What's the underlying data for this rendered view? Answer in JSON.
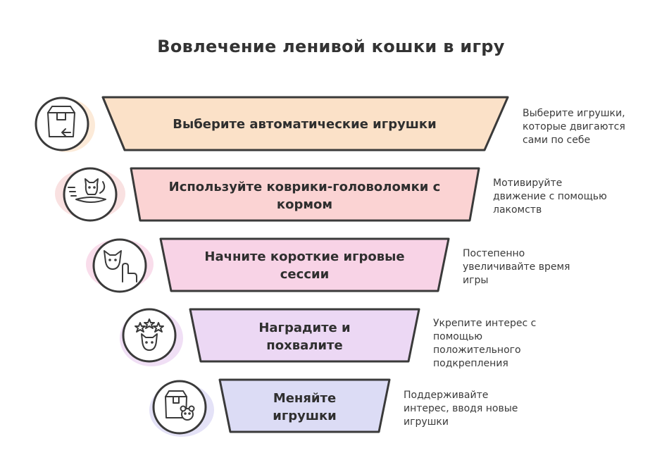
{
  "title": "Вовлечение ленивой кошки в игру",
  "colors": {
    "stroke": "#3a3a3a",
    "step_fills": [
      "#fbe1c8",
      "#fbd3d3",
      "#f8d3e6",
      "#ecd8f4",
      "#dcdcf5"
    ],
    "blob_fills": [
      "#fbe1c8",
      "#f7d4d4",
      "#f6cfe2",
      "#ead2f1",
      "#d9d6f3"
    ]
  },
  "steps": [
    {
      "label": "Выберите автоматические игрушки",
      "description": "Выберите игрушки, которые двигаются сами по себе",
      "icon": "box-return-icon"
    },
    {
      "label": "Используйте коврики-головоломки с кормом",
      "description": "Мотивируйте движение с помощью лакомств",
      "icon": "cat-on-mat-icon"
    },
    {
      "label": "Начните короткие игровые сессии",
      "description": "Постепенно увеличивайте время игры",
      "icon": "cat-hand-icon"
    },
    {
      "label": "Наградите и похвалите",
      "description": "Укрепите интерес с помощью положительного подкрепления",
      "icon": "stars-cat-icon"
    },
    {
      "label": "Меняйте игрушки",
      "description": "Поддерживайте интерес, вводя новые игрушки",
      "icon": "box-mouse-icon"
    }
  ]
}
